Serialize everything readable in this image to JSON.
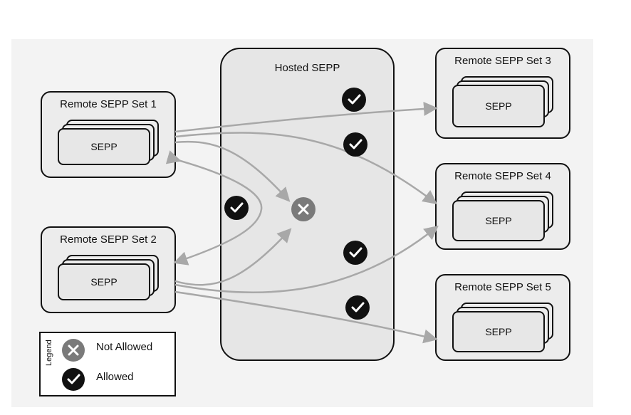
{
  "hosted": {
    "title": "Hosted SEPP"
  },
  "groups": [
    {
      "title": "Remote SEPP Set 1",
      "card_label": "SEPP"
    },
    {
      "title": "Remote SEPP Set 2",
      "card_label": "SEPP"
    },
    {
      "title": "Remote SEPP Set 3",
      "card_label": "SEPP"
    },
    {
      "title": "Remote SEPP Set 4",
      "card_label": "SEPP"
    },
    {
      "title": "Remote SEPP Set 5",
      "card_label": "SEPP"
    }
  ],
  "legend": {
    "title": "Legend",
    "not_allowed": "Not Allowed",
    "allowed": "Allowed"
  },
  "icons": {
    "allowed": "check-circle-icon",
    "not_allowed": "x-circle-icon"
  },
  "colors": {
    "allowed": "#111111",
    "not_allowed": "#7a7a7a",
    "arrow": "#a8a8a8"
  }
}
